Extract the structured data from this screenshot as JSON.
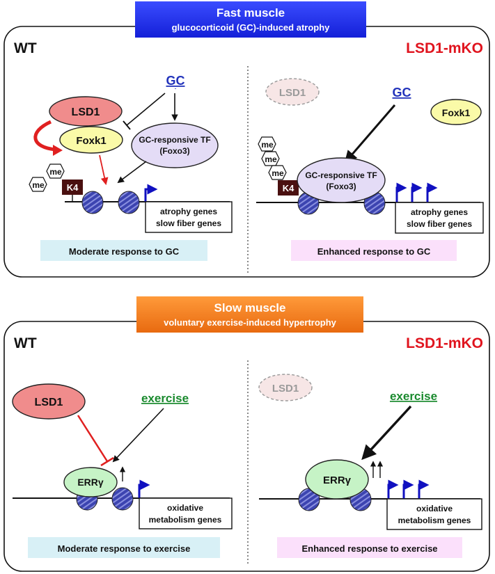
{
  "top": {
    "banner": {
      "title": "Fast muscle",
      "subtitle": "glucocorticoid (GC)-induced atrophy"
    },
    "wt": {
      "label": "WT",
      "lsd1": "LSD1",
      "foxk1": "Foxk1",
      "gc": "GC",
      "tf_line1": "GC-responsive TF",
      "tf_line2": "(Foxo3)",
      "me": "me",
      "k4": "K4",
      "genes_line1": "atrophy genes",
      "genes_line2": "slow fiber genes",
      "response": "Moderate response to GC"
    },
    "ko": {
      "label": "LSD1-mKO",
      "lsd1": "LSD1",
      "foxk1": "Foxk1",
      "gc": "GC",
      "tf_line1": "GC-responsive TF",
      "tf_line2": "(Foxo3)",
      "me": "me",
      "k4": "K4",
      "genes_line1": "atrophy genes",
      "genes_line2": "slow fiber genes",
      "response": "Enhanced response to GC"
    }
  },
  "bottom": {
    "banner": {
      "title": "Slow muscle",
      "subtitle": "voluntary exercise-induced hypertrophy"
    },
    "wt": {
      "label": "WT",
      "lsd1": "LSD1",
      "exercise": "exercise",
      "err": "ERRγ",
      "genes_line1": "oxidative",
      "genes_line2": "metabolism genes",
      "response": "Moderate response to exercise"
    },
    "ko": {
      "label": "LSD1-mKO",
      "lsd1": "LSD1",
      "exercise": "exercise",
      "err": "ERRγ",
      "genes_line1": "oxidative",
      "genes_line2": "metabolism genes",
      "response": "Enhanced response to exercise"
    }
  },
  "colors": {
    "lsd1_fill": "#f08c8c",
    "lsd1_faded": "#f7e6e6",
    "foxk1_fill": "#fafaa8",
    "tf_fill": "#e4dcf6",
    "err_fill": "#c6f3c6",
    "gc_text": "#2233bb",
    "exercise_text": "#1a8a2e",
    "ko_text": "#e0141e",
    "k4_fill": "#4a1010",
    "arrow_red": "#e02020",
    "promoter_blue": "#1010c0",
    "wt_response_bg": "#d8f0f6",
    "ko_response_bg": "#fbe0fb",
    "top_banner": "#1a2cf0",
    "bottom_banner": "#f07818"
  }
}
